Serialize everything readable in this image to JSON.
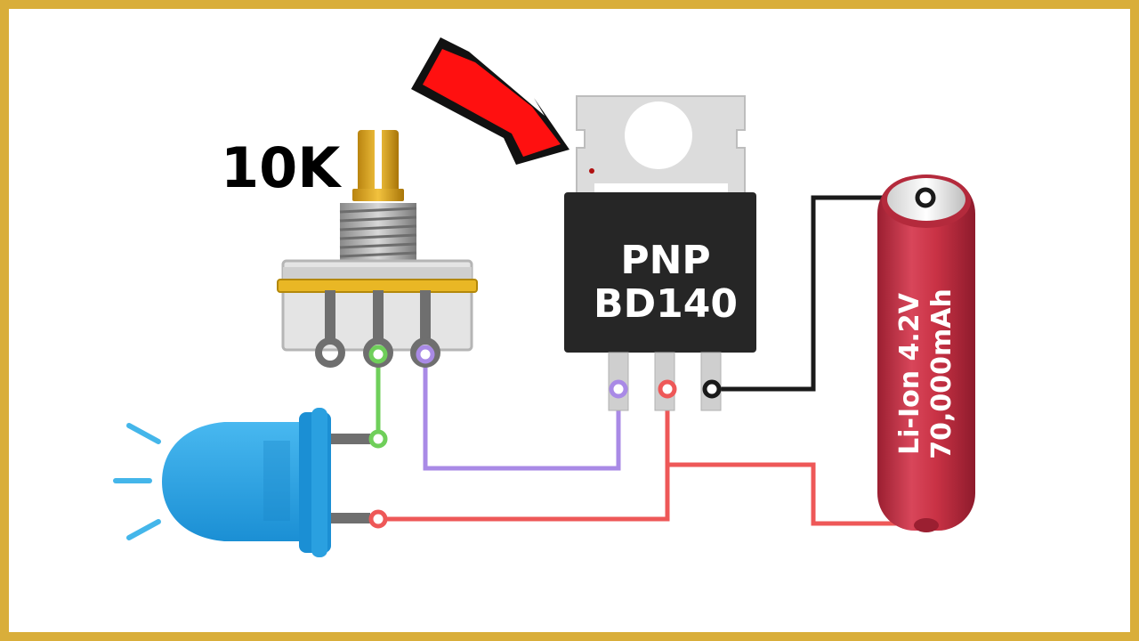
{
  "diagram": {
    "potentiometer": {
      "value_label": "10K"
    },
    "transistor": {
      "type_label": "PNP",
      "model_label": "BD140"
    },
    "battery": {
      "chemistry_label": "Li-Ion 4.2V",
      "capacity_label": "70,000mAh"
    }
  },
  "colors": {
    "frame": "#d9ae3a",
    "transistor_body": "#262626",
    "battery_body": "#c93245",
    "led_body": "#2aa0e0",
    "wire_green": "#6fcf5a",
    "wire_purple": "#a98ae6",
    "wire_red": "#ee5858",
    "wire_black": "#1a1a1a",
    "arrow": "#ff1010"
  }
}
